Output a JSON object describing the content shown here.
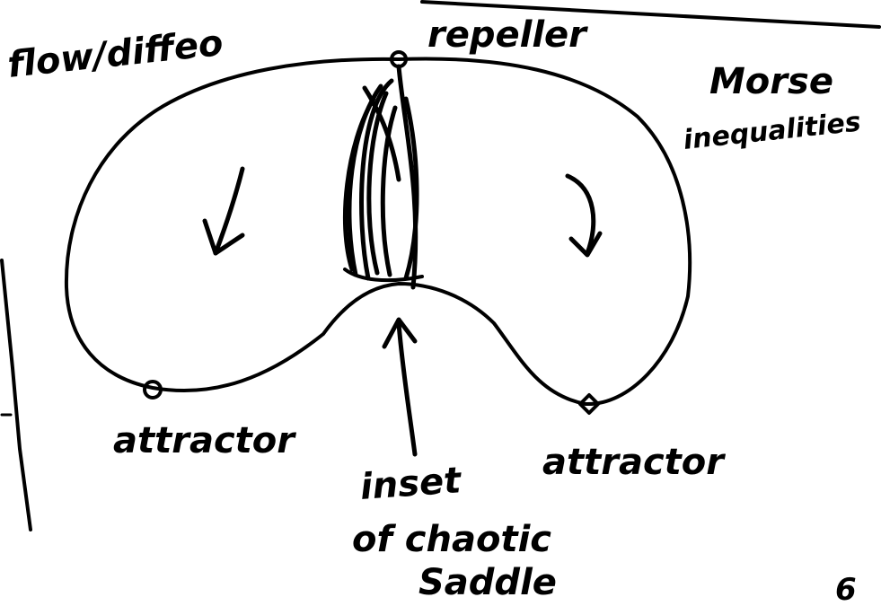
{
  "labels": {
    "flow": "flow/diffeo",
    "repeller": "repeller",
    "morse": [
      "Morse",
      "inequalities"
    ],
    "attractor_left": "attractor",
    "attractor_right": "attractor",
    "inset": [
      "inset",
      "of chaotic",
      "Saddle"
    ],
    "page_number": "6"
  },
  "colors": {
    "ink": "#000000",
    "paper": "#ffffff"
  },
  "symbols": {
    "arrow_left": "arrow-down-left-icon",
    "arrow_right": "arrow-curved-down-icon",
    "arrow_up": "arrow-up-icon"
  }
}
